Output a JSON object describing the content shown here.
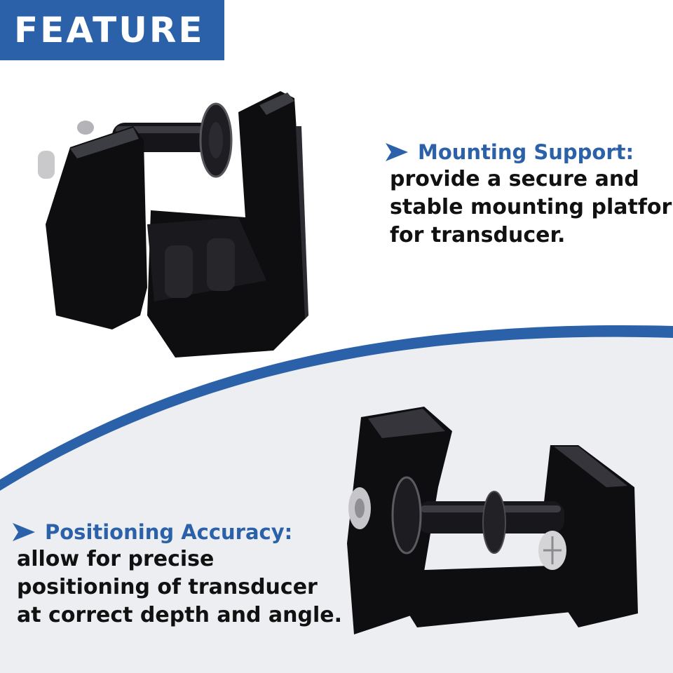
{
  "badge": {
    "title": "FEATURE",
    "color": "#2b61a9"
  },
  "features": [
    {
      "heading": "Mounting Support:",
      "lines": [
        "provide a secure and",
        "stable mounting platform",
        "for transducer."
      ]
    },
    {
      "heading": "Positioning Accuracy:",
      "lines": [
        "allow for precise",
        "positioning of transducer",
        "at correct depth and angle."
      ]
    }
  ],
  "icons": {
    "bullet": "chevron-right-icon"
  },
  "colors": {
    "accent": "#2b61a9",
    "lower_panel": "#eceef1",
    "product": "#0e0e10"
  }
}
